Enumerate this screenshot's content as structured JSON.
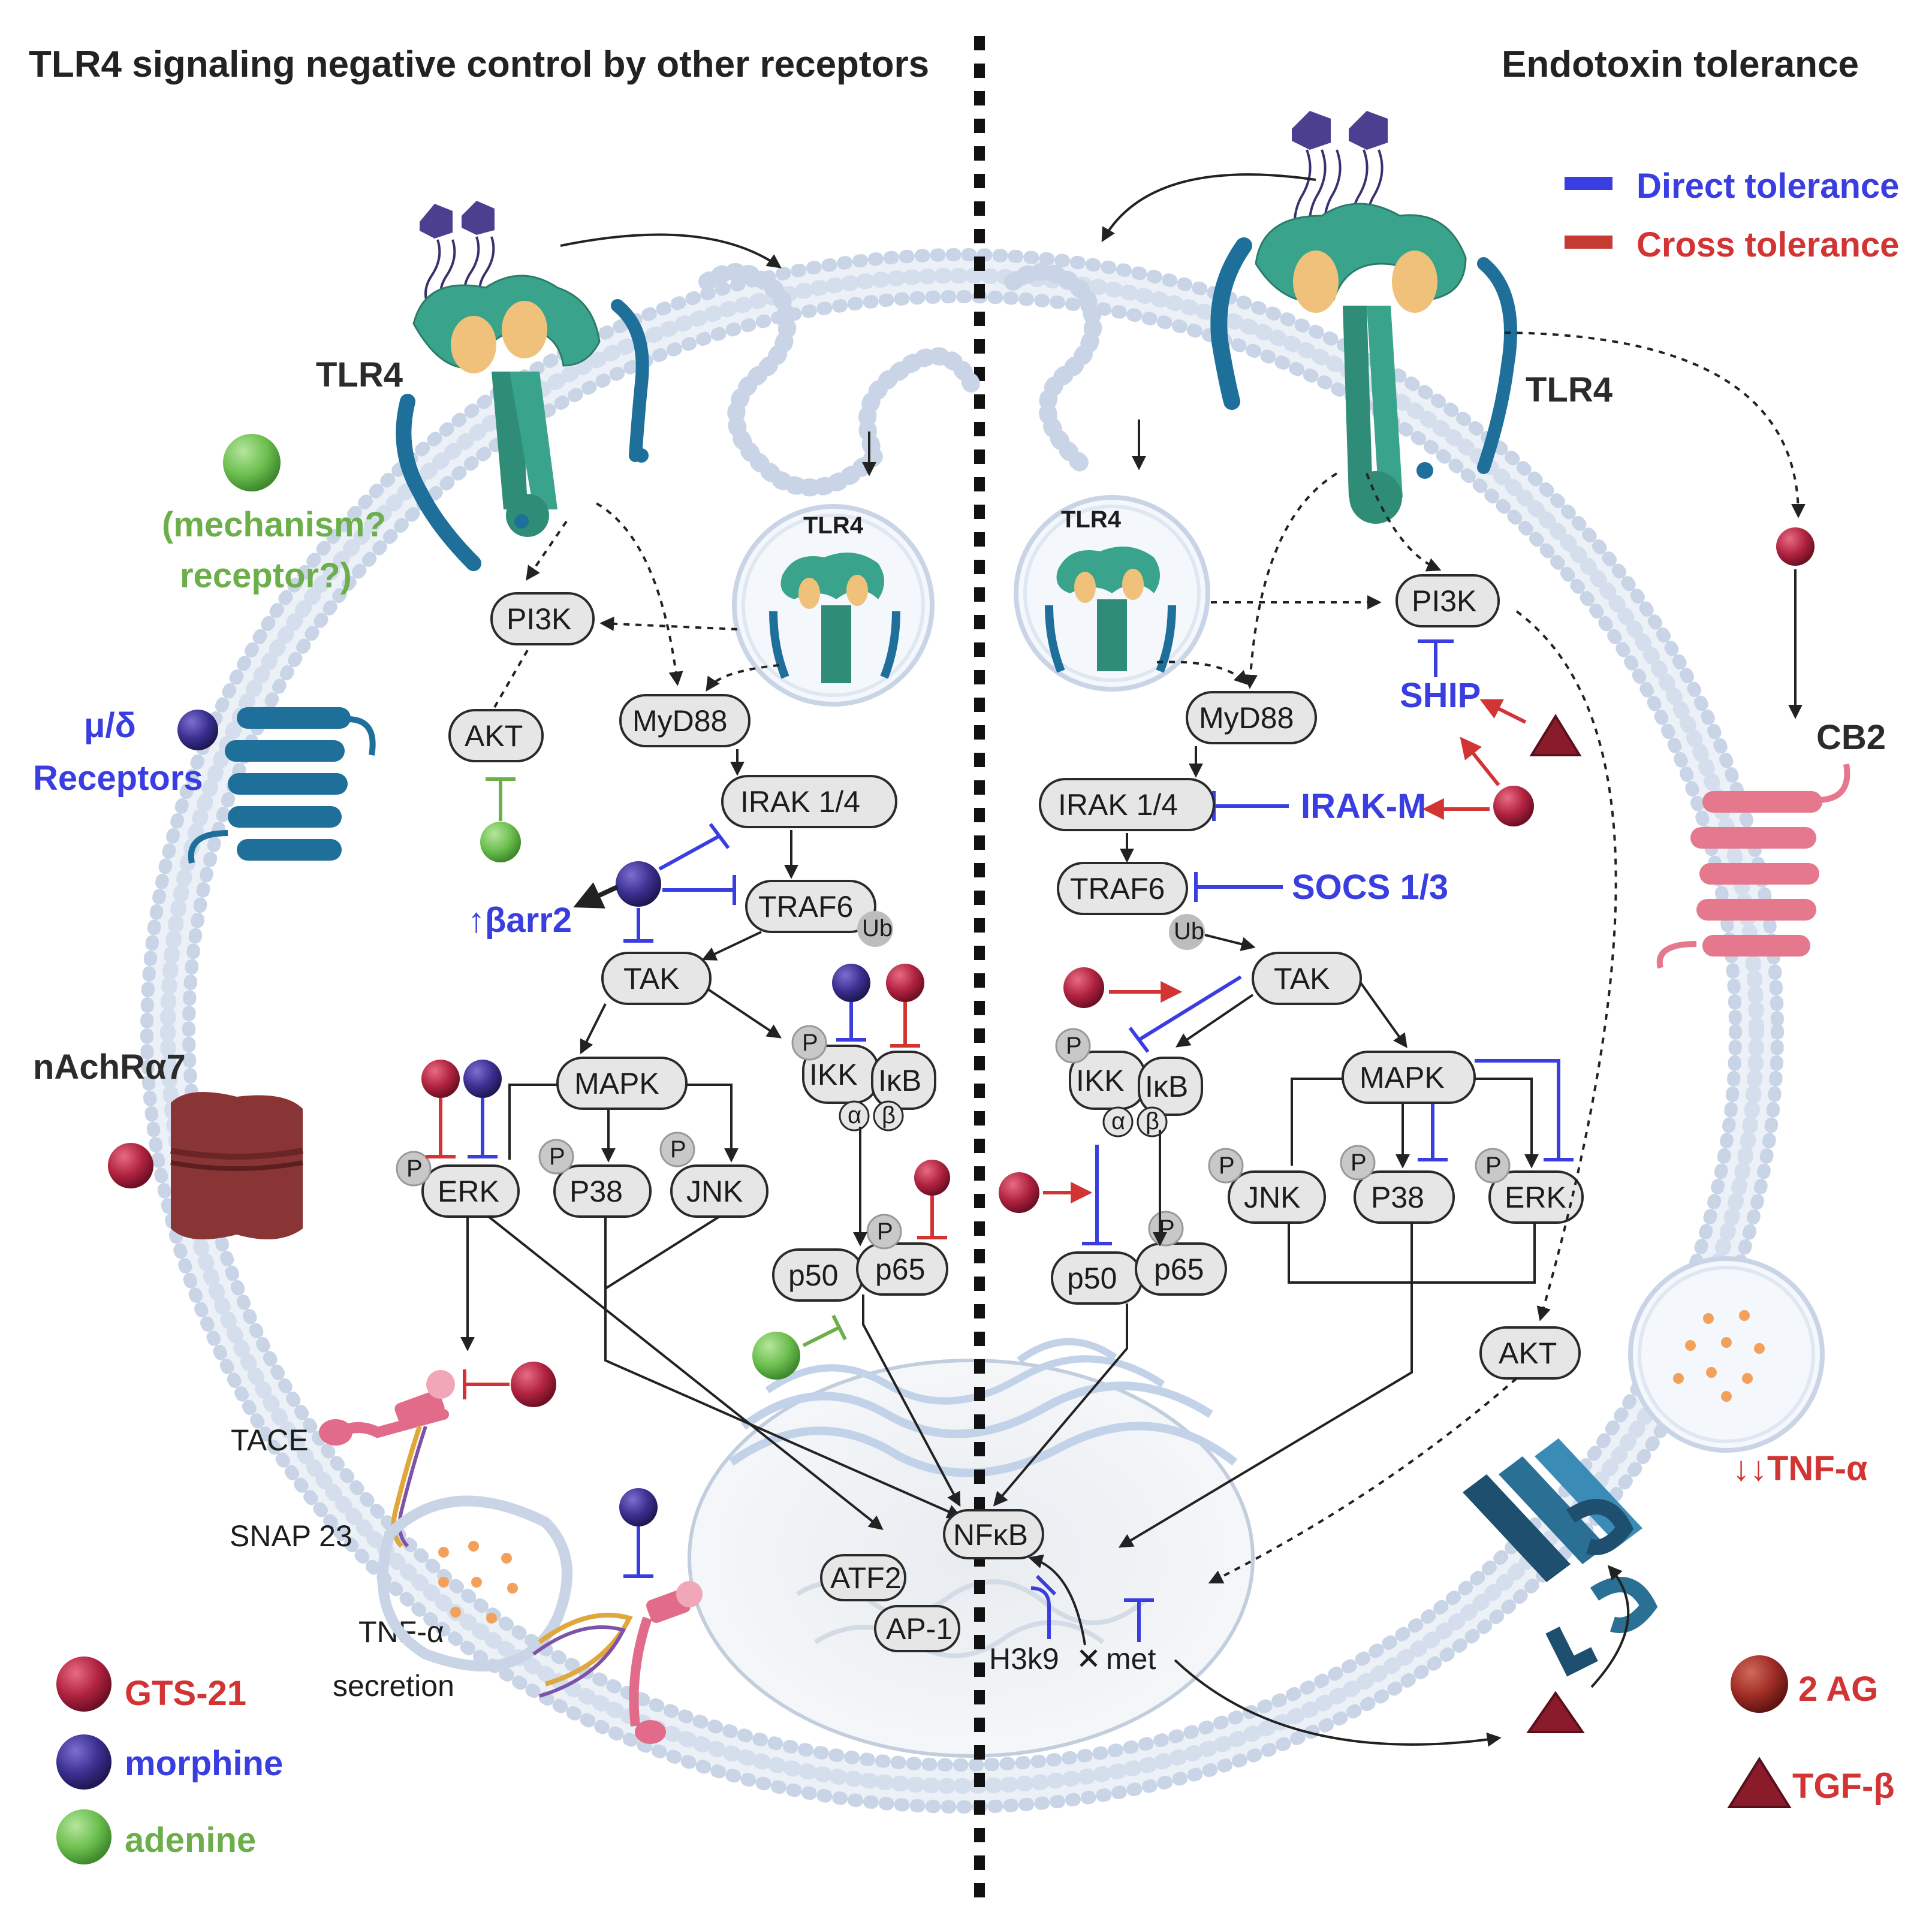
{
  "titles": {
    "left": "TLR4 signaling negative control by other receptors",
    "right": "Endotoxin tolerance"
  },
  "legend": {
    "direct": "Direct tolerance",
    "cross": "Cross tolerance",
    "gts21": "GTS-21",
    "morphine": "morphine",
    "adenine": "adenine",
    "two_ag": "2 AG",
    "tgfb": "TGF-β"
  },
  "colors": {
    "gts21": "#b0223f",
    "morphine": "#3a2f8f",
    "adenine": "#6cbf4f",
    "tlr4": "#3aa38b",
    "tlr4_inner": "#f0c17a",
    "receptor_blue": "#1e6f9a",
    "cb2": "#e5788d",
    "nachr": "#8a3535",
    "tgfb": "#8a1b2b",
    "direct_line": "#3a3ee0",
    "cross_line": "#d23333"
  },
  "left": {
    "tlr4_label": "TLR4",
    "mechanism": [
      "(mechanism?",
      "receptor?)"
    ],
    "receptors_label": [
      "μ/δ",
      "Receptors"
    ],
    "nachr_label": "nAchRα7",
    "barr2": "↑βarr2",
    "tace": "TACE",
    "snap23": "SNAP 23",
    "tnf_secretion": [
      "TNF-α",
      "secretion"
    ],
    "endosome_label": "TLR4",
    "nodes": {
      "pi3k": "PI3K",
      "akt": "AKT",
      "myd88": "MyD88",
      "irak": "IRAK 1/4",
      "traf6": "TRAF6",
      "tak": "TAK",
      "mapk": "MAPK",
      "erk": "ERK",
      "p38": "P38",
      "jnk": "JNK",
      "ikk": "IKK",
      "ikb": "IκB",
      "p50": "p50",
      "p65": "p65"
    }
  },
  "right": {
    "tlr4_label": "TLR4",
    "endosome_label": "TLR4",
    "cb2_label": "CB2",
    "ship": "SHIP",
    "irakm": "IRAK-M",
    "socs": "SOCS 1/3",
    "tnf_down": "↓↓TNF-α",
    "nodes": {
      "pi3k": "PI3K",
      "myd88": "MyD88",
      "irak": "IRAK 1/4",
      "traf6": "TRAF6",
      "tak": "TAK",
      "mapk": "MAPK",
      "ikk": "IKK",
      "ikb": "IκB",
      "jnk": "JNK",
      "p38": "P38",
      "erk": "ERK",
      "p50": "p50",
      "p65": "p65",
      "akt": "AKT"
    }
  },
  "nucleus": {
    "nfkb": "NFκB",
    "atf2": "ATF2",
    "ap1": "AP-1",
    "h3k9": "H3k9",
    "cross": "✕",
    "met": "met"
  },
  "badges": {
    "p": "P",
    "ub": "Ub",
    "alpha": "α",
    "beta": "β"
  }
}
